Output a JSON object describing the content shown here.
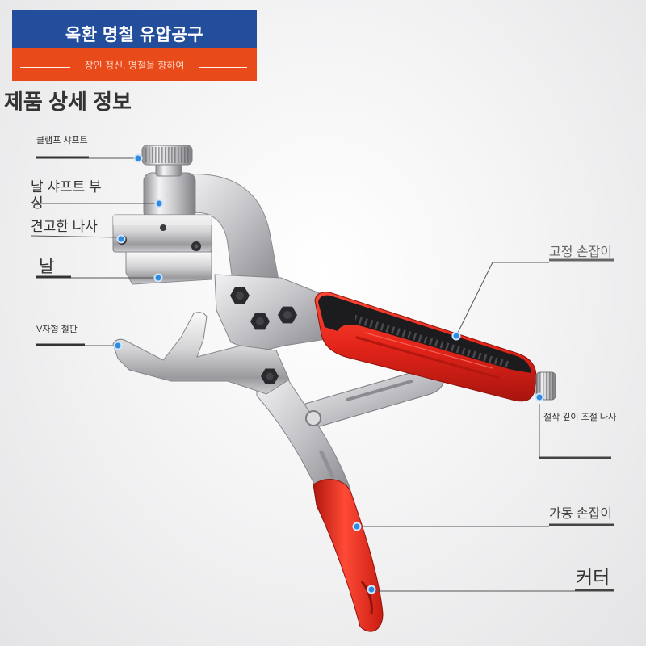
{
  "brand": {
    "title": "옥환 명철 유압공구",
    "slogan": "장인 정신, 명철을 향하여"
  },
  "colors": {
    "banner_blue": "#234e9c",
    "banner_orange": "#e84a1a",
    "callout_dot": "#2f8be0",
    "handle_red": "#e3241a",
    "grip_black": "#1c1c1e"
  },
  "page_title": "제품 상세 정보",
  "callouts": {
    "clamp_shaft": "클램프 샤프트",
    "blade_shaft_bushing": [
      "날 샤프트 부",
      "싱"
    ],
    "sturdy_screw": "견고한 나사",
    "blade": "날",
    "v_plate": "V자형 철판",
    "fixed_handle": "고정 손잡이",
    "depth_adjust_screw": "절삭 깊이 조절 나사",
    "movable_handle": "가동 손잡이",
    "cutter": "커터"
  }
}
